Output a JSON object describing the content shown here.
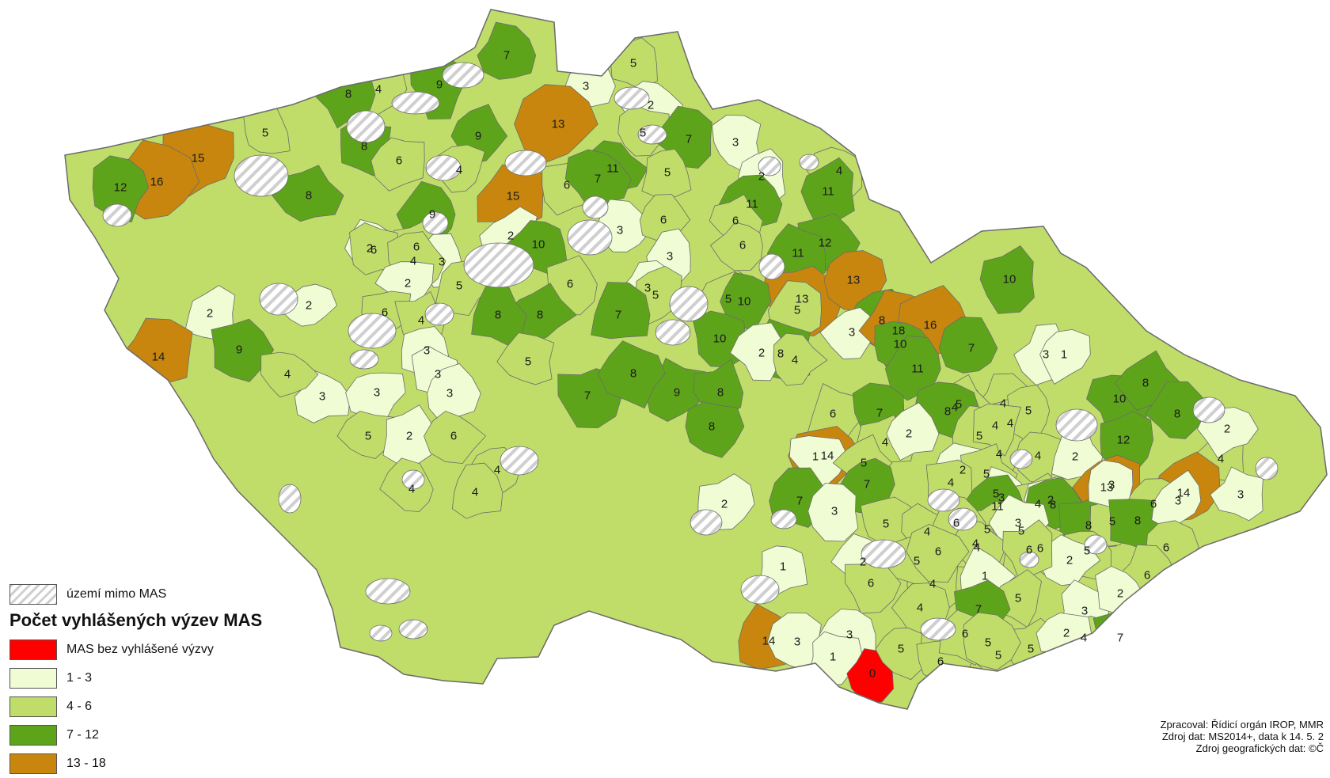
{
  "colors": {
    "none": "#ff0000",
    "low": "#f0fcd4",
    "mid": "#c0dd69",
    "high": "#5ea41b",
    "top": "#c8860e",
    "outside_hatch": "#d8d8d8",
    "border": "#6b6b6b"
  },
  "legend": {
    "outside": "území mimo MAS",
    "title": "Počet vyhlášených výzev MAS",
    "classes": [
      {
        "key": "none",
        "label": "MAS bez vyhlášené výzvy"
      },
      {
        "key": "low",
        "label": "1 - 3"
      },
      {
        "key": "mid",
        "label": "4 - 6"
      },
      {
        "key": "high",
        "label": "7 - 12"
      },
      {
        "key": "top",
        "label": "13 - 18"
      }
    ]
  },
  "credits": {
    "line1": "Zpracoval: Řídicí orgán IROP, MMR",
    "line2": "Zdroj dat: MS2014+, data k 14. 5. 2",
    "line3": "Zdroj geografických dat: ©Č"
  },
  "region_labels": [
    "7",
    "5",
    "9",
    "4",
    "8",
    "3",
    "2",
    "13",
    "5",
    "7",
    "3",
    "5",
    "9",
    "8",
    "6",
    "4",
    "15",
    "16",
    "12",
    "8",
    "15",
    "6",
    "11",
    "5",
    "2",
    "4",
    "11",
    "7",
    "11",
    "9",
    "3",
    "6",
    "6",
    "2",
    "6",
    "10",
    "6",
    "2",
    "12",
    "6",
    "3",
    "3",
    "4",
    "11",
    "2",
    "2",
    "2",
    "3",
    "5",
    "6",
    "5",
    "5",
    "13",
    "13",
    "10",
    "10",
    "14",
    "5",
    "8",
    "7",
    "8",
    "8",
    "6",
    "4",
    "3",
    "18",
    "16",
    "7",
    "9",
    "3",
    "3",
    "3",
    "10",
    "10",
    "8",
    "2",
    "1",
    "4",
    "3",
    "3",
    "3",
    "5",
    "7",
    "9",
    "8",
    "8",
    "6",
    "11",
    "10",
    "12",
    "8",
    "8",
    "4",
    "4",
    "4",
    "5",
    "14",
    "4",
    "5",
    "2",
    "6",
    "7",
    "5",
    "8",
    "4",
    "4",
    "2",
    "5",
    "4",
    "2",
    "5",
    "4",
    "2",
    "14",
    "1",
    "5",
    "4",
    "8",
    "2",
    "13",
    "5",
    "7",
    "4",
    "4",
    "3",
    "6",
    "4",
    "2",
    "11",
    "8",
    "8",
    "5",
    "4",
    "3",
    "4",
    "5",
    "3",
    "8",
    "3",
    "2",
    "7",
    "3",
    "5",
    "4",
    "6",
    "4",
    "5",
    "6",
    "5",
    "2",
    "6",
    "4",
    "3",
    "4",
    "6",
    "2",
    "5",
    "1",
    "1",
    "6",
    "4",
    "6",
    "5",
    "7",
    "3",
    "6",
    "2",
    "14",
    "3",
    "3",
    "1",
    "0",
    "5",
    "6",
    "6",
    "5",
    "5",
    "4",
    "2",
    "7",
    "5"
  ]
}
